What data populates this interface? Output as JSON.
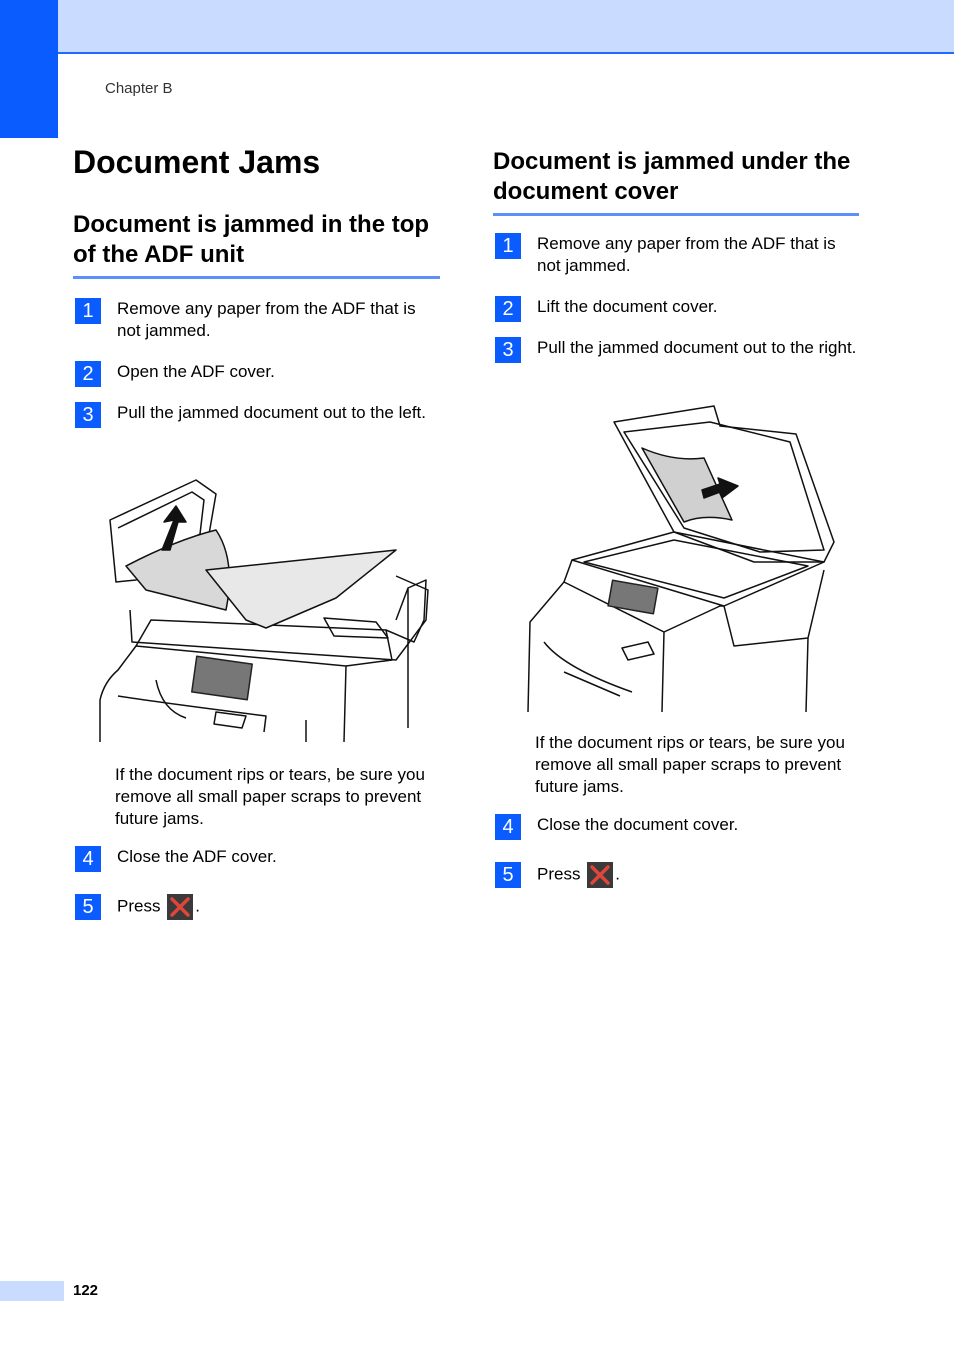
{
  "header": {
    "chapter": "Chapter B"
  },
  "page_title": "Document Jams",
  "left": {
    "heading": "Document is jammed in the top of the ADF unit",
    "steps": [
      {
        "num": "1",
        "text": "Remove any paper from the ADF that is not jammed."
      },
      {
        "num": "2",
        "text": "Open the ADF cover."
      },
      {
        "num": "3",
        "text": "Pull the jammed document out to the left."
      }
    ],
    "note": "If the document rips or tears, be sure you remove all small paper scraps to prevent future jams.",
    "step4": {
      "num": "4",
      "text": "Close the ADF cover."
    },
    "step5": {
      "num": "5",
      "press": "Press",
      "period": "."
    }
  },
  "right": {
    "heading": "Document is jammed under the document cover",
    "steps": [
      {
        "num": "1",
        "text": "Remove any paper from the ADF that is not jammed."
      },
      {
        "num": "2",
        "text": "Lift the document cover."
      },
      {
        "num": "3",
        "text": "Pull the jammed document out to the right."
      }
    ],
    "note": "If the document rips or tears, be sure you remove all small paper scraps to prevent future jams.",
    "step4": {
      "num": "4",
      "text": "Close the document cover."
    },
    "step5": {
      "num": "5",
      "press": "Press",
      "period": "."
    }
  },
  "footer": {
    "page_number": "122"
  },
  "icons": {
    "stop_button": "stop-x-icon"
  },
  "colors": {
    "accent": "#0a5cff",
    "band": "#c9dbff",
    "rule": "#5b8ff9",
    "stop_x": "#e0453a"
  }
}
